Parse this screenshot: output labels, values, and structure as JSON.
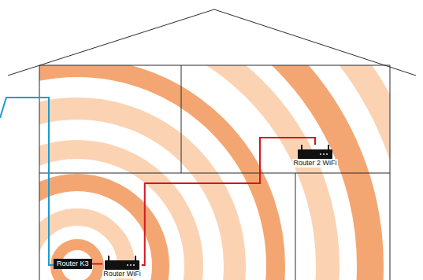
{
  "diagram": {
    "nodes": [
      {
        "text": [
          "Router 2 WiFi"
        ]
      },
      {
        "text": [
          "Router K3"
        ]
      },
      {
        "text": [
          "Router WiFi"
        ]
      }
    ],
    "edges": [
      {
        "from": 1,
        "to": 2,
        "arrow": "none"
      },
      {
        "from": 2,
        "to": 0,
        "arrow": "none"
      }
    ]
  }
}
